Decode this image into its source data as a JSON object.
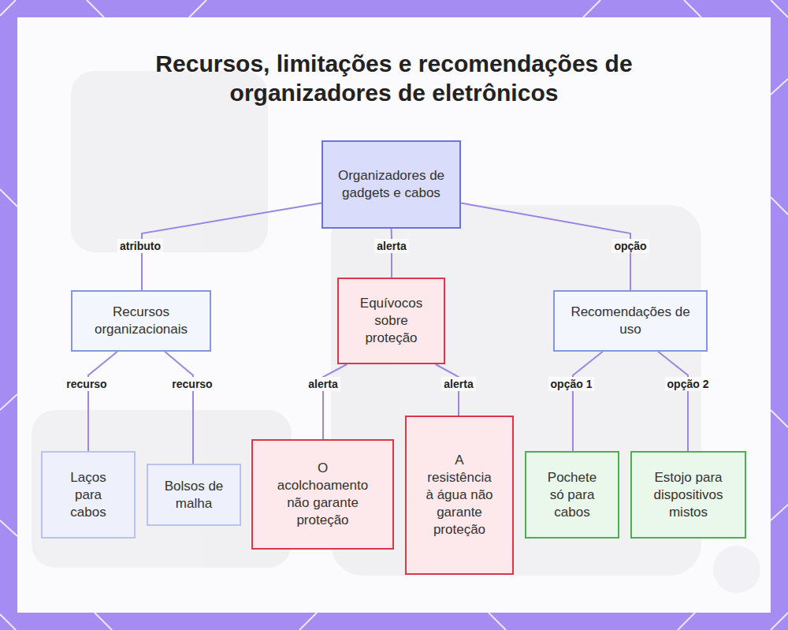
{
  "diagram": {
    "title": "Recursos, limitações e recomendações de organizadores de eletrônicos",
    "nodes": [
      {
        "text": [
          "Organizadores de gadgets e cabos"
        ]
      },
      {
        "text": [
          "Recursos organizacionais"
        ]
      },
      {
        "text": [
          "Equívocos sobre proteção"
        ]
      },
      {
        "text": [
          "Recomendações de uso"
        ]
      },
      {
        "text": [
          "Laços para cabos"
        ]
      },
      {
        "text": [
          "Bolsos de malha"
        ]
      },
      {
        "text": [
          "O acolchoamento não garante proteção"
        ]
      },
      {
        "text": [
          "A resistência à água não garante proteção"
        ]
      },
      {
        "text": [
          "Pochete só para cabos"
        ]
      },
      {
        "text": [
          "Estojo para dispositivos mistos"
        ]
      }
    ],
    "edges": [
      {
        "from": 0,
        "to": 1,
        "label": "atributo",
        "arrow": "none"
      },
      {
        "from": 0,
        "to": 2,
        "label": "alerta",
        "arrow": "none"
      },
      {
        "from": 0,
        "to": 3,
        "label": "opção",
        "arrow": "none"
      },
      {
        "from": 1,
        "to": 4,
        "label": "recurso",
        "arrow": "none"
      },
      {
        "from": 1,
        "to": 5,
        "label": "recurso",
        "arrow": "none"
      },
      {
        "from": 2,
        "to": 6,
        "label": "alerta",
        "arrow": "none"
      },
      {
        "from": 2,
        "to": 7,
        "label": "alerta",
        "arrow": "none"
      },
      {
        "from": 3,
        "to": 8,
        "label": "opção 1",
        "arrow": "none"
      },
      {
        "from": 3,
        "to": 9,
        "label": "opção 2",
        "arrow": "none"
      }
    ]
  }
}
